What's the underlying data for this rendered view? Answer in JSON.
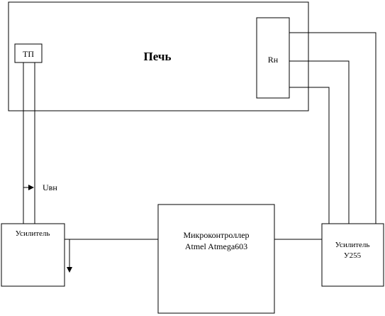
{
  "diagram": {
    "furnace_label": "Печь",
    "thermocouple_label": "ТП",
    "heater_label": "Rн",
    "voltage_label": "Uвн",
    "left_amplifier_label": "Усилитель",
    "microcontroller_line1": "Микроконтроллер",
    "microcontroller_line2": "Atmel Atmega603",
    "right_amplifier_line1": "Усилитель",
    "right_amplifier_line2": "У255"
  }
}
